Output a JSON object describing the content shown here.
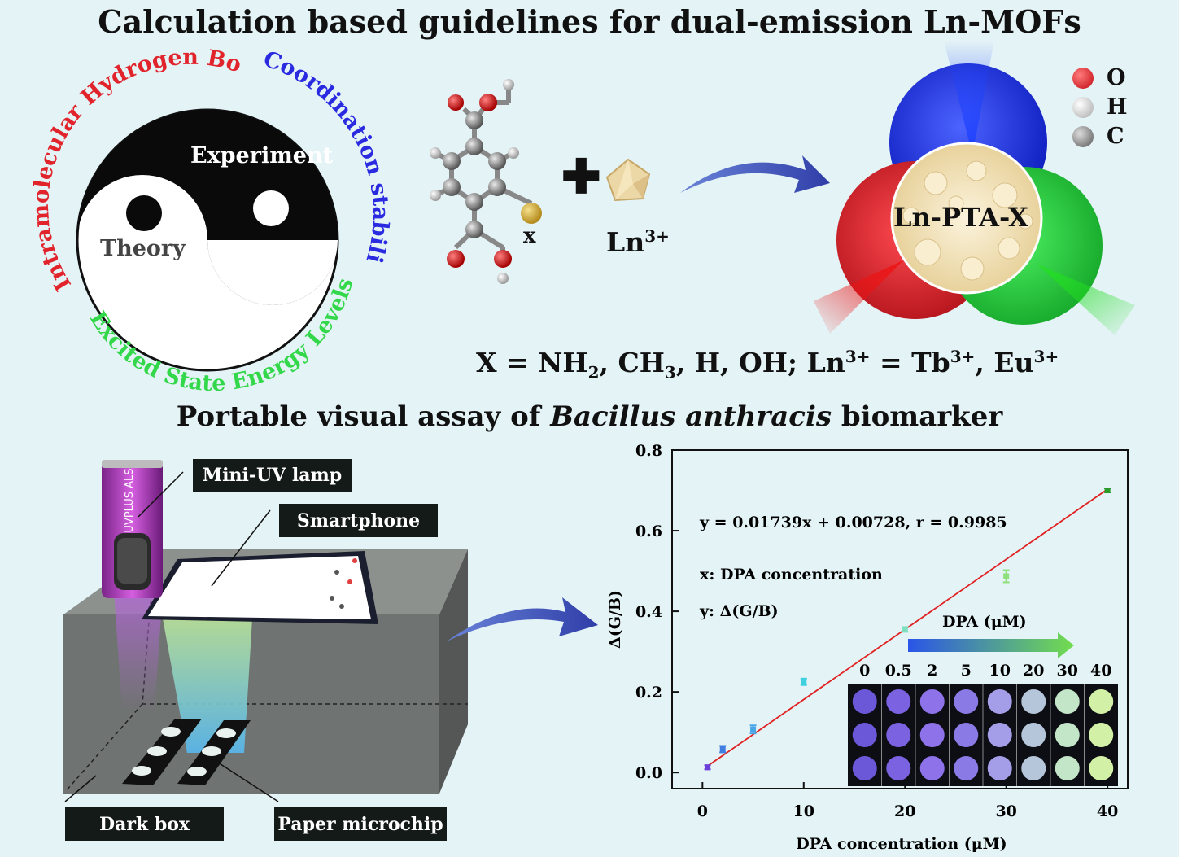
{
  "top_title": "Calculation based guidelines for dual-emission Ln-MOFs",
  "yinyang": {
    "arc_red": "Intramolecular Hydrogen Bond",
    "arc_blue": "Coordination stability",
    "arc_green": "Excited State Energy Levels",
    "experiment": "Experiment",
    "theory": "Theory",
    "colors": {
      "red": "#e1242c",
      "blue": "#2a2ae0",
      "green": "#33d84a"
    }
  },
  "synthesis": {
    "x_label": "x",
    "ln_label": "Ln",
    "ln_sup": "3+"
  },
  "mof": {
    "name": "Ln-PTA-X"
  },
  "atom_legend": [
    {
      "symbol": "O",
      "color": "#d9141c"
    },
    {
      "symbol": "H",
      "color": "#eeeeee"
    },
    {
      "symbol": "C",
      "color": "#8a8a8a"
    }
  ],
  "formula": {
    "p1": "X = NH",
    "s1": "2",
    "p2": ", CH",
    "s2": "3",
    "p3": ", H, OH; Ln",
    "sup1": "3+",
    "p4": " = Tb",
    "sup2": "3+",
    "p5": ", Eu",
    "sup3": "3+"
  },
  "bottom_title": {
    "prefix": "Portable visual assay of ",
    "italic": "Bacillus anthracis",
    "suffix": " biomarker"
  },
  "device_labels": {
    "lamp": "Mini-UV lamp",
    "phone": "Smartphone",
    "dark_box": "Dark box",
    "microchip": "Paper microchip",
    "lamp_brand": "UVPLUS ALS"
  },
  "chart_data": {
    "type": "scatter",
    "xlabel": "DPA concentration (μM)",
    "ylabel": "Δ(G/B)",
    "xlim": [
      -3,
      42
    ],
    "ylim": [
      -0.04,
      0.8
    ],
    "x_ticks": [
      "0",
      "10",
      "20",
      "30",
      "40"
    ],
    "y_ticks": [
      "0.0",
      "0.2",
      "0.4",
      "0.6",
      "0.8"
    ],
    "points": [
      {
        "x": 0.5,
        "y": 0.013,
        "err": 0.005,
        "color": "#6a3fd8"
      },
      {
        "x": 2,
        "y": 0.058,
        "err": 0.008,
        "color": "#3f7ee0"
      },
      {
        "x": 5,
        "y": 0.107,
        "err": 0.01,
        "color": "#4aa6e6"
      },
      {
        "x": 10,
        "y": 0.225,
        "err": 0.008,
        "color": "#3fd0e0"
      },
      {
        "x": 20,
        "y": 0.355,
        "err": 0.006,
        "color": "#7fe0c0"
      },
      {
        "x": 30,
        "y": 0.487,
        "err": 0.015,
        "color": "#8ee07a"
      },
      {
        "x": 40,
        "y": 0.7,
        "err": 0.005,
        "color": "#2a9a2a"
      }
    ],
    "fit": {
      "slope": 0.01739,
      "intercept": 0.00728,
      "x_range": [
        0.5,
        40
      ],
      "color": "#e02020"
    },
    "annotations": {
      "equation": "y = 0.01739x + 0.00728, r = 0.9985",
      "x_def": "x: DPA concentration",
      "y_def": "y: Δ(G/B)",
      "dpa_arrow": "DPA (μM)"
    },
    "inset": {
      "columns": [
        "0",
        "0.5",
        "2",
        "5",
        "10",
        "20",
        "30",
        "40"
      ],
      "spot_colors": [
        "#6b58d8",
        "#7a62e0",
        "#8d72ea",
        "#8a7ae6",
        "#a49ee8",
        "#b6c6da",
        "#c4e6c8",
        "#d2f0a6"
      ]
    }
  }
}
